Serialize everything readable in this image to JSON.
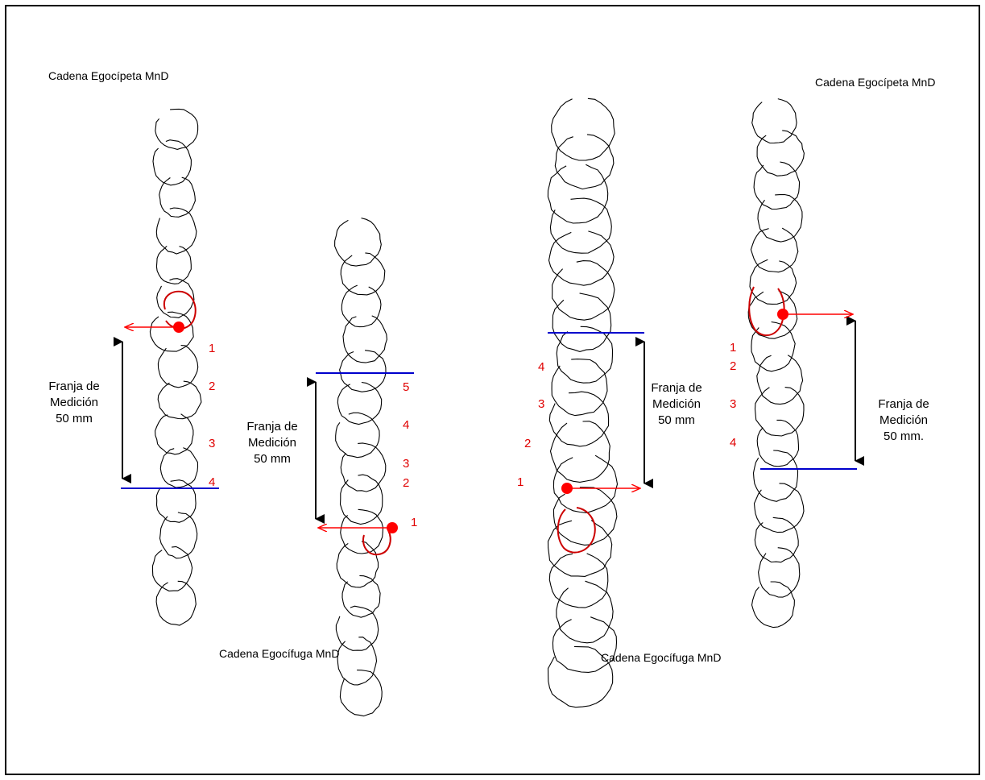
{
  "panels": [
    {
      "title": "Cadena Egocípeta MnD",
      "band": {
        "line1": "Franja de",
        "line2": "Medición",
        "line3": "50 mm"
      },
      "numbers": [
        "1",
        "2",
        "3",
        "4"
      ]
    },
    {
      "title": "Cadena Egocífuga MnD",
      "band": {
        "line1": "Franja de",
        "line2": "Medición",
        "line3": "50 mm"
      },
      "numbers": [
        "5",
        "4",
        "3",
        "2",
        "1"
      ]
    },
    {
      "title": "Cadena Egocífuga MnD",
      "band": {
        "line1": "Franja de",
        "line2": "Medición",
        "line3": "50 mm"
      },
      "numbers": [
        "4",
        "3",
        "2",
        "1"
      ]
    },
    {
      "title": "Cadena Egocípeta MnD",
      "band": {
        "line1": "Franja de",
        "line2": "Medición",
        "line3": "50 mm."
      },
      "numbers": [
        "1",
        "2",
        "3",
        "4"
      ]
    }
  ],
  "colors": {
    "chain": "#000000",
    "highlight": "#cc0000",
    "marker": "#ff0000",
    "baseline": "#0000cc",
    "measure": "#000000"
  }
}
